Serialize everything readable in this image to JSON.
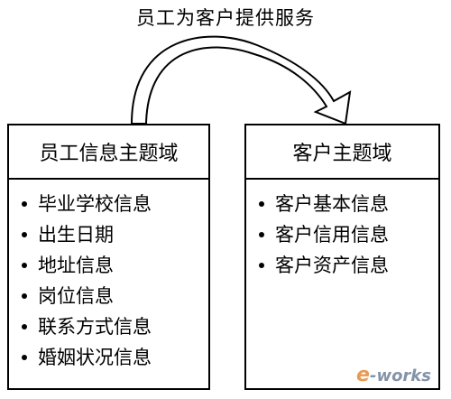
{
  "caption": "员工为客户提供服务",
  "employee_domain": {
    "title": "员工信息主题域",
    "items": [
      "毕业学校信息",
      "出生日期",
      "地址信息",
      "岗位信息",
      "联系方式信息",
      "婚姻状况信息"
    ]
  },
  "customer_domain": {
    "title": "客户主题域",
    "items": [
      "客户基本信息",
      "客户信用信息",
      "客户资产信息"
    ]
  },
  "watermark": {
    "prefix": "e",
    "suffix": "-works"
  }
}
